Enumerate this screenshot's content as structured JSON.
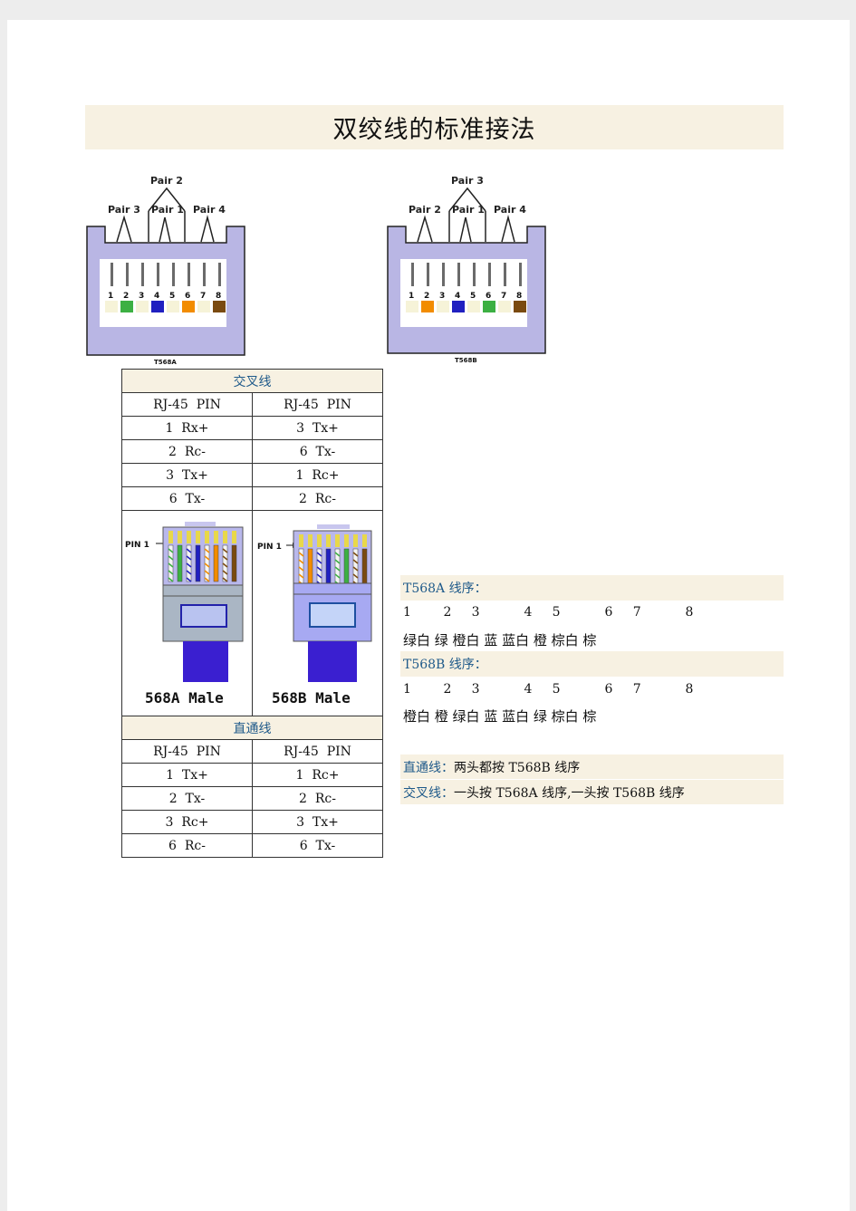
{
  "title": "双绞线的标准接法",
  "diagram_a": {
    "pairs": [
      "Pair 2",
      "Pair 3",
      "Pair 1",
      "Pair 4"
    ],
    "pins": [
      "1",
      "2",
      "3",
      "4",
      "5",
      "6",
      "7",
      "8"
    ],
    "caption": "T568A",
    "colors": [
      "#ffffff",
      "#3cb043",
      "#ffffff",
      "#2020c0",
      "#ffffff",
      "#f28c00",
      "#ffffff",
      "#7a4a10"
    ]
  },
  "diagram_b": {
    "pairs": [
      "Pair 3",
      "Pair 2",
      "Pair 1",
      "Pair 4"
    ],
    "pins": [
      "1",
      "2",
      "3",
      "4",
      "5",
      "6",
      "7",
      "8"
    ],
    "caption": "T568B",
    "colors": [
      "#ffffff",
      "#f28c00",
      "#ffffff",
      "#2020c0",
      "#ffffff",
      "#3cb043",
      "#ffffff",
      "#7a4a10"
    ]
  },
  "crossover": {
    "heading": "交叉线",
    "header": [
      "RJ-45  PIN",
      "RJ-45  PIN"
    ],
    "rows": [
      [
        "1  Rx+",
        "3  Tx+"
      ],
      [
        "2  Rc-",
        "6  Tx-"
      ],
      [
        "3  Tx+",
        "1  Rc+"
      ],
      [
        "6  Tx-",
        "2  Rc-"
      ]
    ],
    "plugs": {
      "pin_label": "PIN 1",
      "left_label": "568A Male",
      "right_label": "568B Male"
    }
  },
  "straight": {
    "heading": "直通线",
    "header": [
      "RJ-45  PIN",
      "RJ-45  PIN"
    ],
    "rows": [
      [
        "1  Tx+",
        "1  Rc+"
      ],
      [
        "2  Tx-",
        "2  Rc-"
      ],
      [
        "3  Rc+",
        "3  Tx+"
      ],
      [
        "6  Rc-",
        "6  Tx-"
      ]
    ]
  },
  "t568a": {
    "heading": "T568A 线序：",
    "numbers": "1        2     3           4     5           6     7           8",
    "colors": "绿白 绿 橙白 蓝 蓝白 橙 棕白 棕"
  },
  "t568b": {
    "heading": "T568B 线序：",
    "numbers": "1        2     3           4     5           6     7           8",
    "colors": "橙白 橙 绿白 蓝 蓝白 绿 棕白 棕"
  },
  "notes": {
    "straight_label": "直通线：",
    "straight_text": "两头都按 T568B 线序",
    "cross_label": "交叉线：",
    "cross_text": "一头按 T568A 线序,一头按 T568B 线序"
  }
}
